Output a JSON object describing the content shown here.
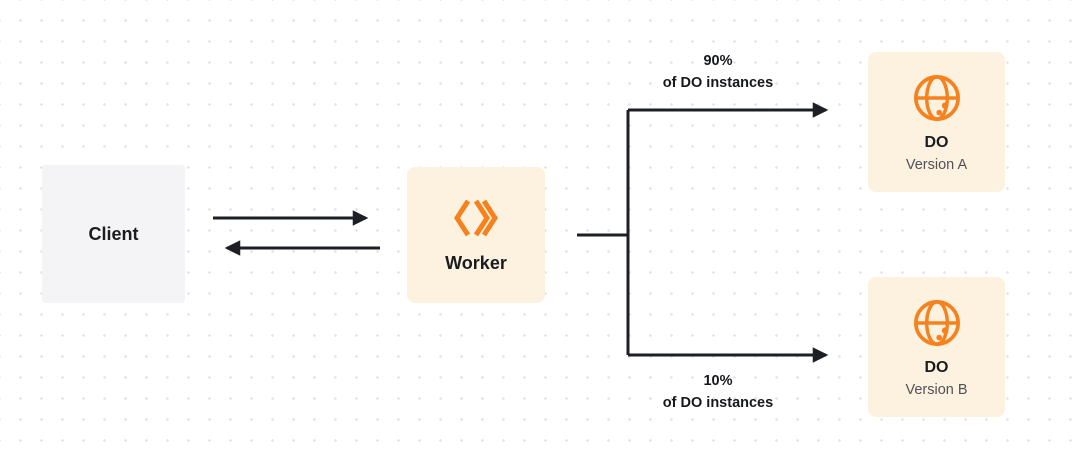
{
  "nodes": {
    "client": {
      "label": "Client"
    },
    "worker": {
      "label": "Worker"
    },
    "do_a": {
      "title": "DO",
      "subtitle": "Version A"
    },
    "do_b": {
      "title": "DO",
      "subtitle": "Version B"
    }
  },
  "branches": {
    "top": {
      "percent": "90%",
      "caption": "of DO instances"
    },
    "bottom": {
      "percent": "10%",
      "caption": "of DO instances"
    }
  },
  "icons": {
    "worker_icon": "workers-brackets-icon",
    "do_icon": "globe-icon"
  },
  "colors": {
    "accent": "#f6821f",
    "node_bg": "#fdf1df",
    "client_bg": "#f4f4f6",
    "line": "#1e1f24"
  }
}
